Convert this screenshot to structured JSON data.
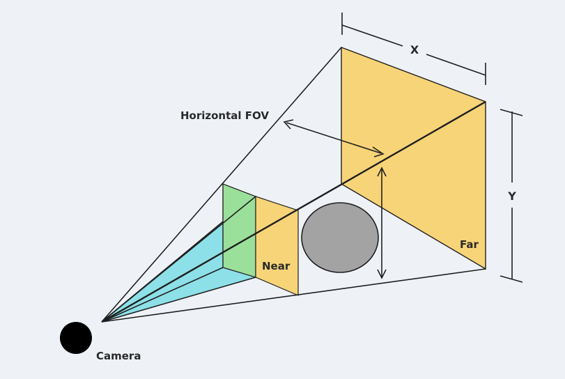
{
  "diagram": {
    "labels": {
      "horizontal_fov": "Horizontal FOV",
      "x_dimension": "X",
      "y_dimension": "Y",
      "near_plane": "Near",
      "far_plane": "Far",
      "camera": "Camera"
    },
    "colors": {
      "background": "#eef2f7",
      "plane_fill": "#f7d478",
      "near_inner_fill": "#9be09a",
      "frustum_cyan": "#8de0e8",
      "object_fill": "#a3a3a3",
      "camera_fill": "#000000",
      "line": "#1f1f1f"
    },
    "elements": [
      "camera",
      "near-plane",
      "far-plane",
      "occluding-object",
      "frustum-lines"
    ]
  }
}
